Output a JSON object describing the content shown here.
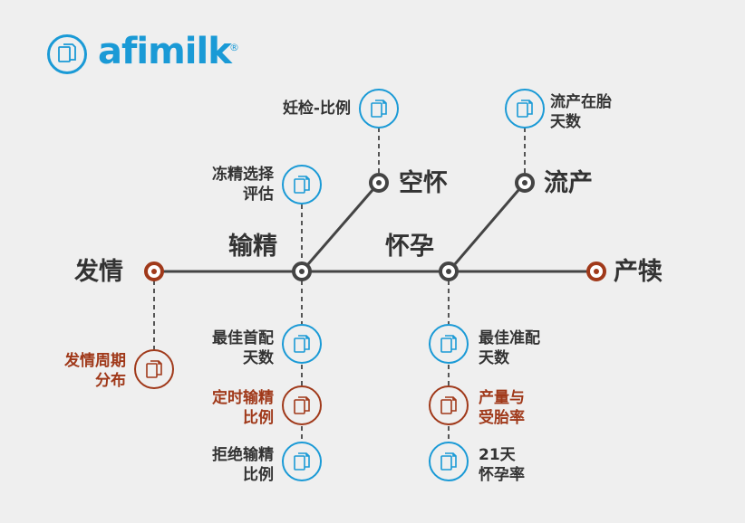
{
  "brand": {
    "name": "afimilk",
    "reg_mark": "®"
  },
  "stages": {
    "estrus": "发情",
    "insemination": "输精",
    "open": "空怀",
    "pregnancy": "怀孕",
    "abortion": "流产",
    "calving": "产犊"
  },
  "reports": {
    "pregcheck_ratio": "妊检-比例",
    "semen_eval": [
      "冻精选择",
      "评估"
    ],
    "abortion_days": [
      "流产在胎",
      "天数"
    ],
    "heat_cycle": [
      "发情周期",
      "分布"
    ],
    "best_first_service": [
      "最佳首配",
      "天数"
    ],
    "timed_ai_ratio": [
      "定时输精",
      "比例"
    ],
    "refused_ai_ratio": [
      "拒绝输精",
      "比例"
    ],
    "best_breeding_days": [
      "最佳准配",
      "天数"
    ],
    "yield_conception": [
      "产量与",
      "受胎率"
    ],
    "pregnancy_21d": [
      "21天",
      "怀孕率"
    ]
  },
  "colors": {
    "blue": "#1a9ad6",
    "dark": "#333333",
    "red": "#a0391a",
    "line": "#444444",
    "dashed": "#555555",
    "background": "#efefef"
  },
  "icons": {
    "report": "document-icon"
  }
}
